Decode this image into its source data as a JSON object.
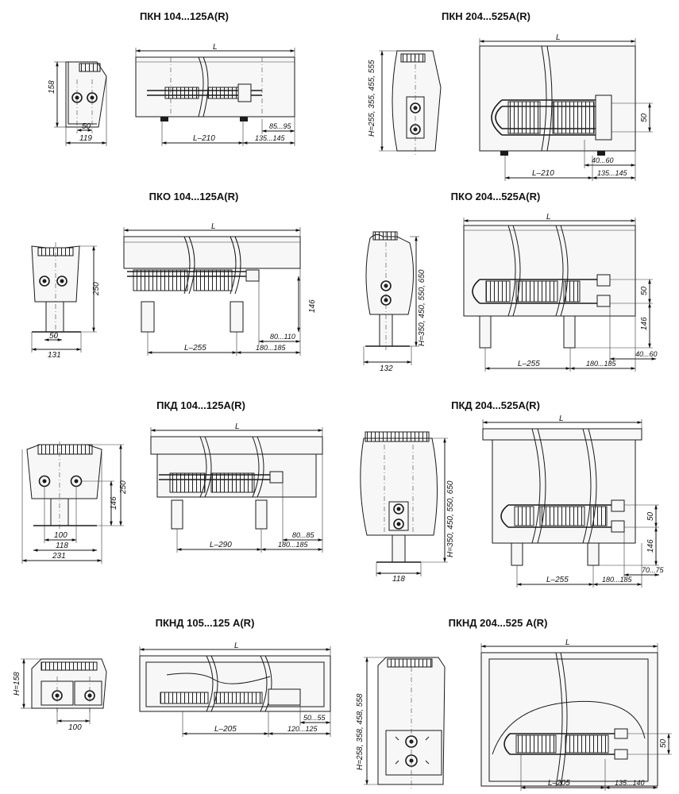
{
  "titles": {
    "pkn_small": "ПКН 104...125А(R)",
    "pkn_large": "ПКН 204...525А(R)",
    "pko_small": "ПКО 104...125А(R)",
    "pko_large": "ПКО 204...525А(R)",
    "pkd_small": "ПКД 104...125А(R)",
    "pkd_large": "ПКД 204...525А(R)",
    "pknd_small": "ПКНД 105...125 А(R)",
    "pknd_large": "ПКНД 204...525 А(R)"
  },
  "dims": {
    "L": "L",
    "pkn_small": {
      "h": "158",
      "d50": "50",
      "d119": "119",
      "l210": "L–210",
      "d135": "135...145",
      "d85": "85...95"
    },
    "pkn_large": {
      "h": "H=255, 355, 455, 555",
      "d50": "50",
      "d40": "40...60",
      "l210": "L–210",
      "d135": "135...145"
    },
    "pko_small": {
      "h250": "250",
      "h146": "146",
      "d50": "50",
      "d131": "131",
      "l255": "L–255",
      "d180": "180...185",
      "d80": "80...110"
    },
    "pko_large": {
      "h": "H=350, 450, 550, 650",
      "d132": "132",
      "d50": "50",
      "h146": "146",
      "l255": "L–255",
      "d180": "180...185",
      "d40": "40...60"
    },
    "pkd_small": {
      "h250": "250",
      "h146": "146",
      "d100": "100",
      "d118": "118",
      "d231": "231",
      "l290": "L–290",
      "d180": "180...185",
      "d80": "80...85"
    },
    "pkd_large": {
      "h": "H=350, 450, 550, 650",
      "d118": "118",
      "d50": "50",
      "h146": "146",
      "l255": "L–255",
      "d180": "180...185",
      "d70": "70...75"
    },
    "pknd_small": {
      "h": "H=158",
      "d100": "100",
      "l205": "L–205",
      "d120": "120...125",
      "d50": "50...55"
    },
    "pknd_large": {
      "h": "H=258, 358, 458, 558",
      "d50": "50",
      "l205": "L–205",
      "d135": "135...140"
    }
  }
}
